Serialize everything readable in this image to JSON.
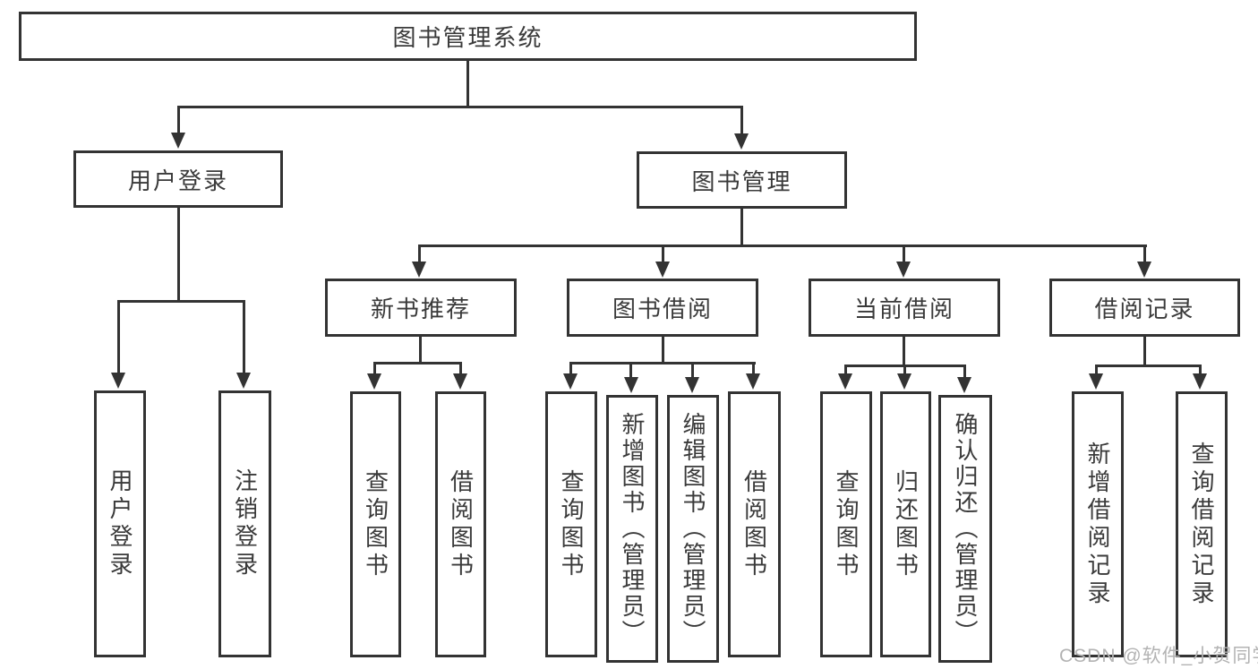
{
  "diagram_title": "图书管理系统",
  "colors": {
    "line": "#333333",
    "border": "#333333",
    "text": "#3a3a3a",
    "background": "#ffffff",
    "watermark": "#b3b3b3"
  },
  "nodes": {
    "root": "图书管理系统",
    "user_login": "用户登录",
    "book_mgmt": "图书管理",
    "new_book_rec": "新书推荐",
    "book_borrow": "图书借阅",
    "current_borrow": "当前借阅",
    "borrow_records": "借阅记录",
    "ul_login": "用户登录",
    "ul_logout": "注销登录",
    "nb_query": "查询图书",
    "nb_borrow": "借阅图书",
    "bb_query": "查询图书",
    "bb_add": "新增图书（管理员）",
    "bb_edit": "编辑图书（管理员）",
    "bb_borrow": "借阅图书",
    "cb_query": "查询图书",
    "cb_return": "归还图书",
    "cb_confirm": "确认归还（管理员）",
    "br_add": "新增借阅记录",
    "br_query": "查询借阅记录"
  },
  "tree": {
    "图书管理系统": {
      "用户登录": [
        "用户登录",
        "注销登录"
      ],
      "图书管理": {
        "新书推荐": [
          "查询图书",
          "借阅图书"
        ],
        "图书借阅": [
          "查询图书",
          "新增图书（管理员）",
          "编辑图书（管理员）",
          "借阅图书"
        ],
        "当前借阅": [
          "查询图书",
          "归还图书",
          "确认归还（管理员）"
        ],
        "借阅记录": [
          "新增借阅记录",
          "查询借阅记录"
        ]
      }
    }
  },
  "watermark": "CSDN @软件_小贺同学"
}
